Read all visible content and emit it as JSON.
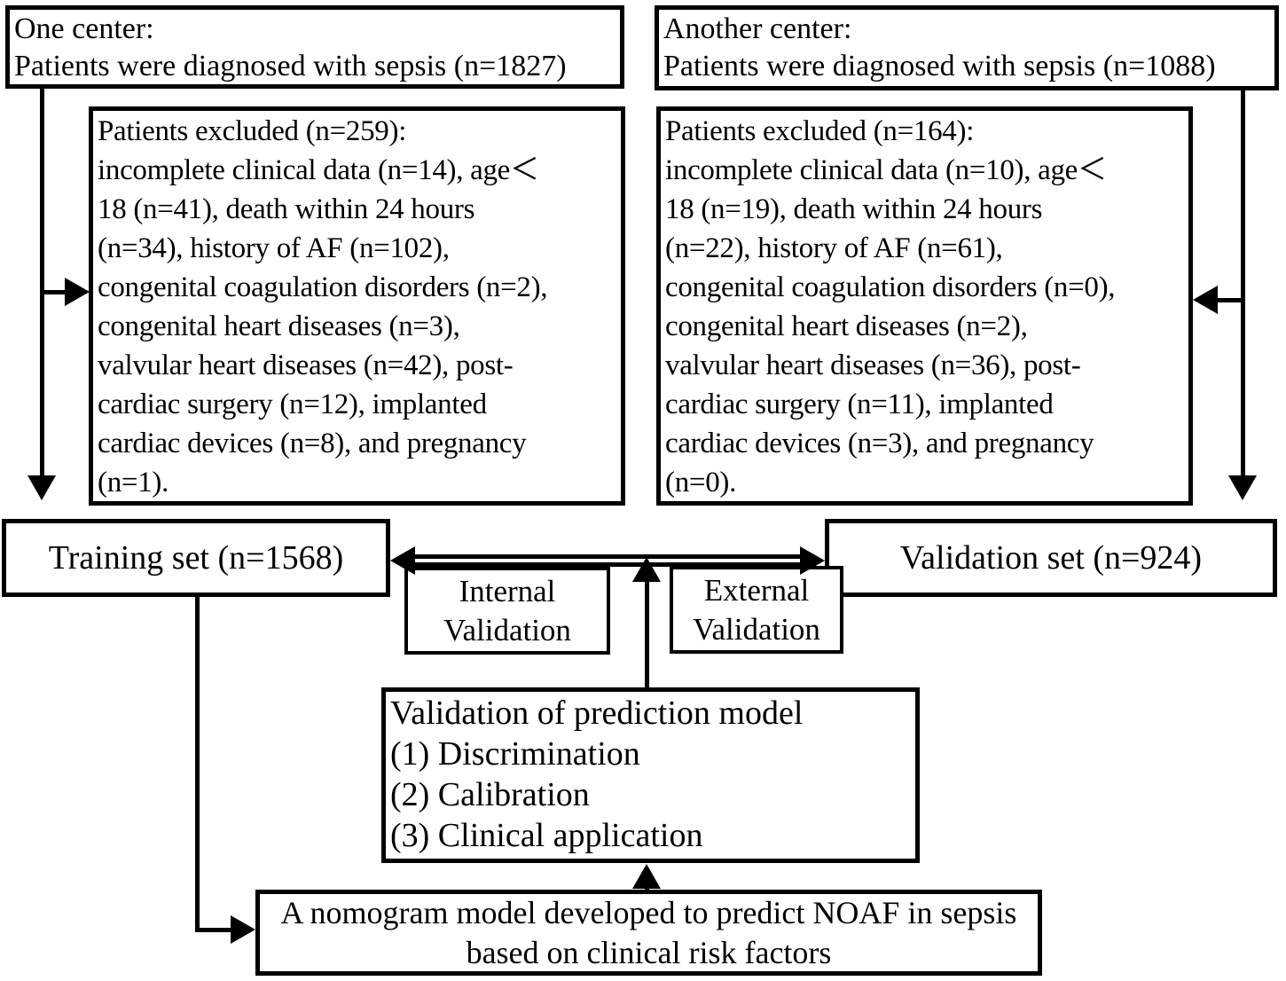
{
  "colors": {
    "line": "#000000",
    "background": "#ffffff"
  },
  "boxes": {
    "center_one": {
      "lines": [
        "One center:",
        "Patients were diagnosed with sepsis (n=1827)"
      ]
    },
    "center_another": {
      "lines": [
        "Another center:",
        "Patients were diagnosed with sepsis (n=1088)"
      ]
    },
    "excluded_left": {
      "lines": [
        "Patients excluded (n=259):",
        "incomplete clinical data (n=14), age＜",
        "18 (n=41), death within 24 hours",
        "(n=34), history of AF (n=102),",
        "congenital coagulation disorders (n=2),",
        "congenital heart diseases (n=3),",
        "valvular heart diseases (n=42), post-",
        "cardiac surgery (n=12), implanted",
        "cardiac devices (n=8), and pregnancy",
        "(n=1)."
      ]
    },
    "excluded_right": {
      "lines": [
        "Patients excluded (n=164):",
        "incomplete clinical data (n=10), age＜",
        "18 (n=19), death within 24 hours",
        "(n=22), history of AF (n=61),",
        "congenital coagulation disorders (n=0),",
        "congenital heart diseases (n=2),",
        "valvular heart diseases (n=36), post-",
        "cardiac surgery (n=11), implanted",
        "cardiac devices (n=3), and pregnancy",
        "(n=0)."
      ]
    },
    "training_set": {
      "label": "Training set (n=1568)"
    },
    "validation_set": {
      "label": "Validation set (n=924)"
    },
    "internal_validation": {
      "lines": [
        "Internal",
        "Validation"
      ]
    },
    "external_validation": {
      "lines": [
        "External",
        "Validation"
      ]
    },
    "model_validation": {
      "lines": [
        "Validation of prediction model",
        "(1) Discrimination",
        "(2) Calibration",
        "(3) Clinical application"
      ]
    },
    "nomogram": {
      "lines": [
        "A nomogram model developed to predict NOAF in sepsis",
        "based on clinical risk factors"
      ]
    }
  }
}
